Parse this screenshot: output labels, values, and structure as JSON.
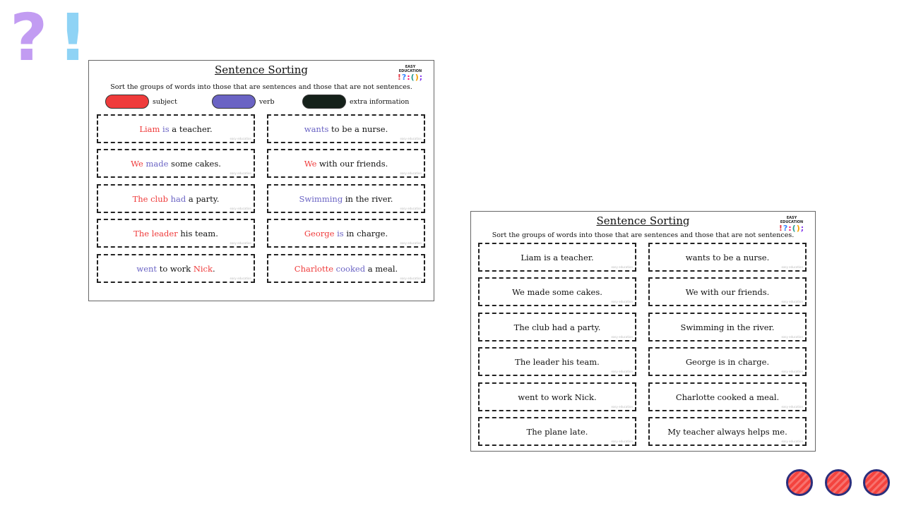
{
  "decor": {
    "question": "?",
    "exclaim": "!"
  },
  "sheet1": {
    "title": "Sentence Sorting",
    "logo_text": "EASY EDUCATION",
    "logo_symbols": [
      "!",
      "?",
      ":",
      "(",
      ")",
      ";"
    ],
    "instruction": "Sort the groups of words into those that are sentences and those that are not sentences.",
    "key": [
      {
        "label": "subject",
        "color": "#ef3b3b"
      },
      {
        "label": "verb",
        "color": "#6a63c4"
      },
      {
        "label": "extra information",
        "color": "#15211a"
      }
    ],
    "watermark": "easy education",
    "cards": [
      {
        "parts": [
          "Liam",
          " is",
          " a teacher."
        ]
      },
      {
        "parts": [
          "",
          "wants",
          " to be a nurse."
        ]
      },
      {
        "parts": [
          "We",
          " made",
          " some cakes."
        ]
      },
      {
        "parts": [
          "We",
          "",
          " with our friends."
        ]
      },
      {
        "parts": [
          "The club",
          " had",
          " a party."
        ]
      },
      {
        "parts": [
          "",
          "Swimming",
          " in the river."
        ]
      },
      {
        "parts": [
          "The leader",
          "",
          " his team."
        ]
      },
      {
        "parts": [
          "George",
          " is",
          " in charge."
        ]
      },
      {
        "parts": [
          "",
          "went",
          " to work ",
          "Nick",
          "."
        ]
      },
      {
        "parts": [
          "Charlotte",
          " cooked",
          " a meal."
        ]
      }
    ]
  },
  "sheet2": {
    "title": "Sentence Sorting",
    "logo_text": "EASY EDUCATION",
    "logo_symbols": [
      "!",
      "?",
      ":",
      "(",
      ")",
      ";"
    ],
    "instruction": "Sort the groups of words into those that are sentences and those that are not sentences.",
    "watermark": "easy education",
    "cards": [
      "Liam is a teacher.",
      "wants to be a nurse.",
      "We made some cakes.",
      "We with our friends.",
      "The club had a party.",
      "Swimming in the river.",
      "The leader his team.",
      "George is in charge.",
      "went to work Nick.",
      "Charlotte cooked a meal.",
      "The plane late.",
      "My teacher always helps me."
    ]
  },
  "nav_dots": [
    {
      "name": "scribble-circle-1",
      "color": "#f4433e"
    },
    {
      "name": "scribble-circle-2",
      "color": "#f4433e"
    },
    {
      "name": "scribble-circle-3",
      "color": "#f4433e"
    }
  ]
}
